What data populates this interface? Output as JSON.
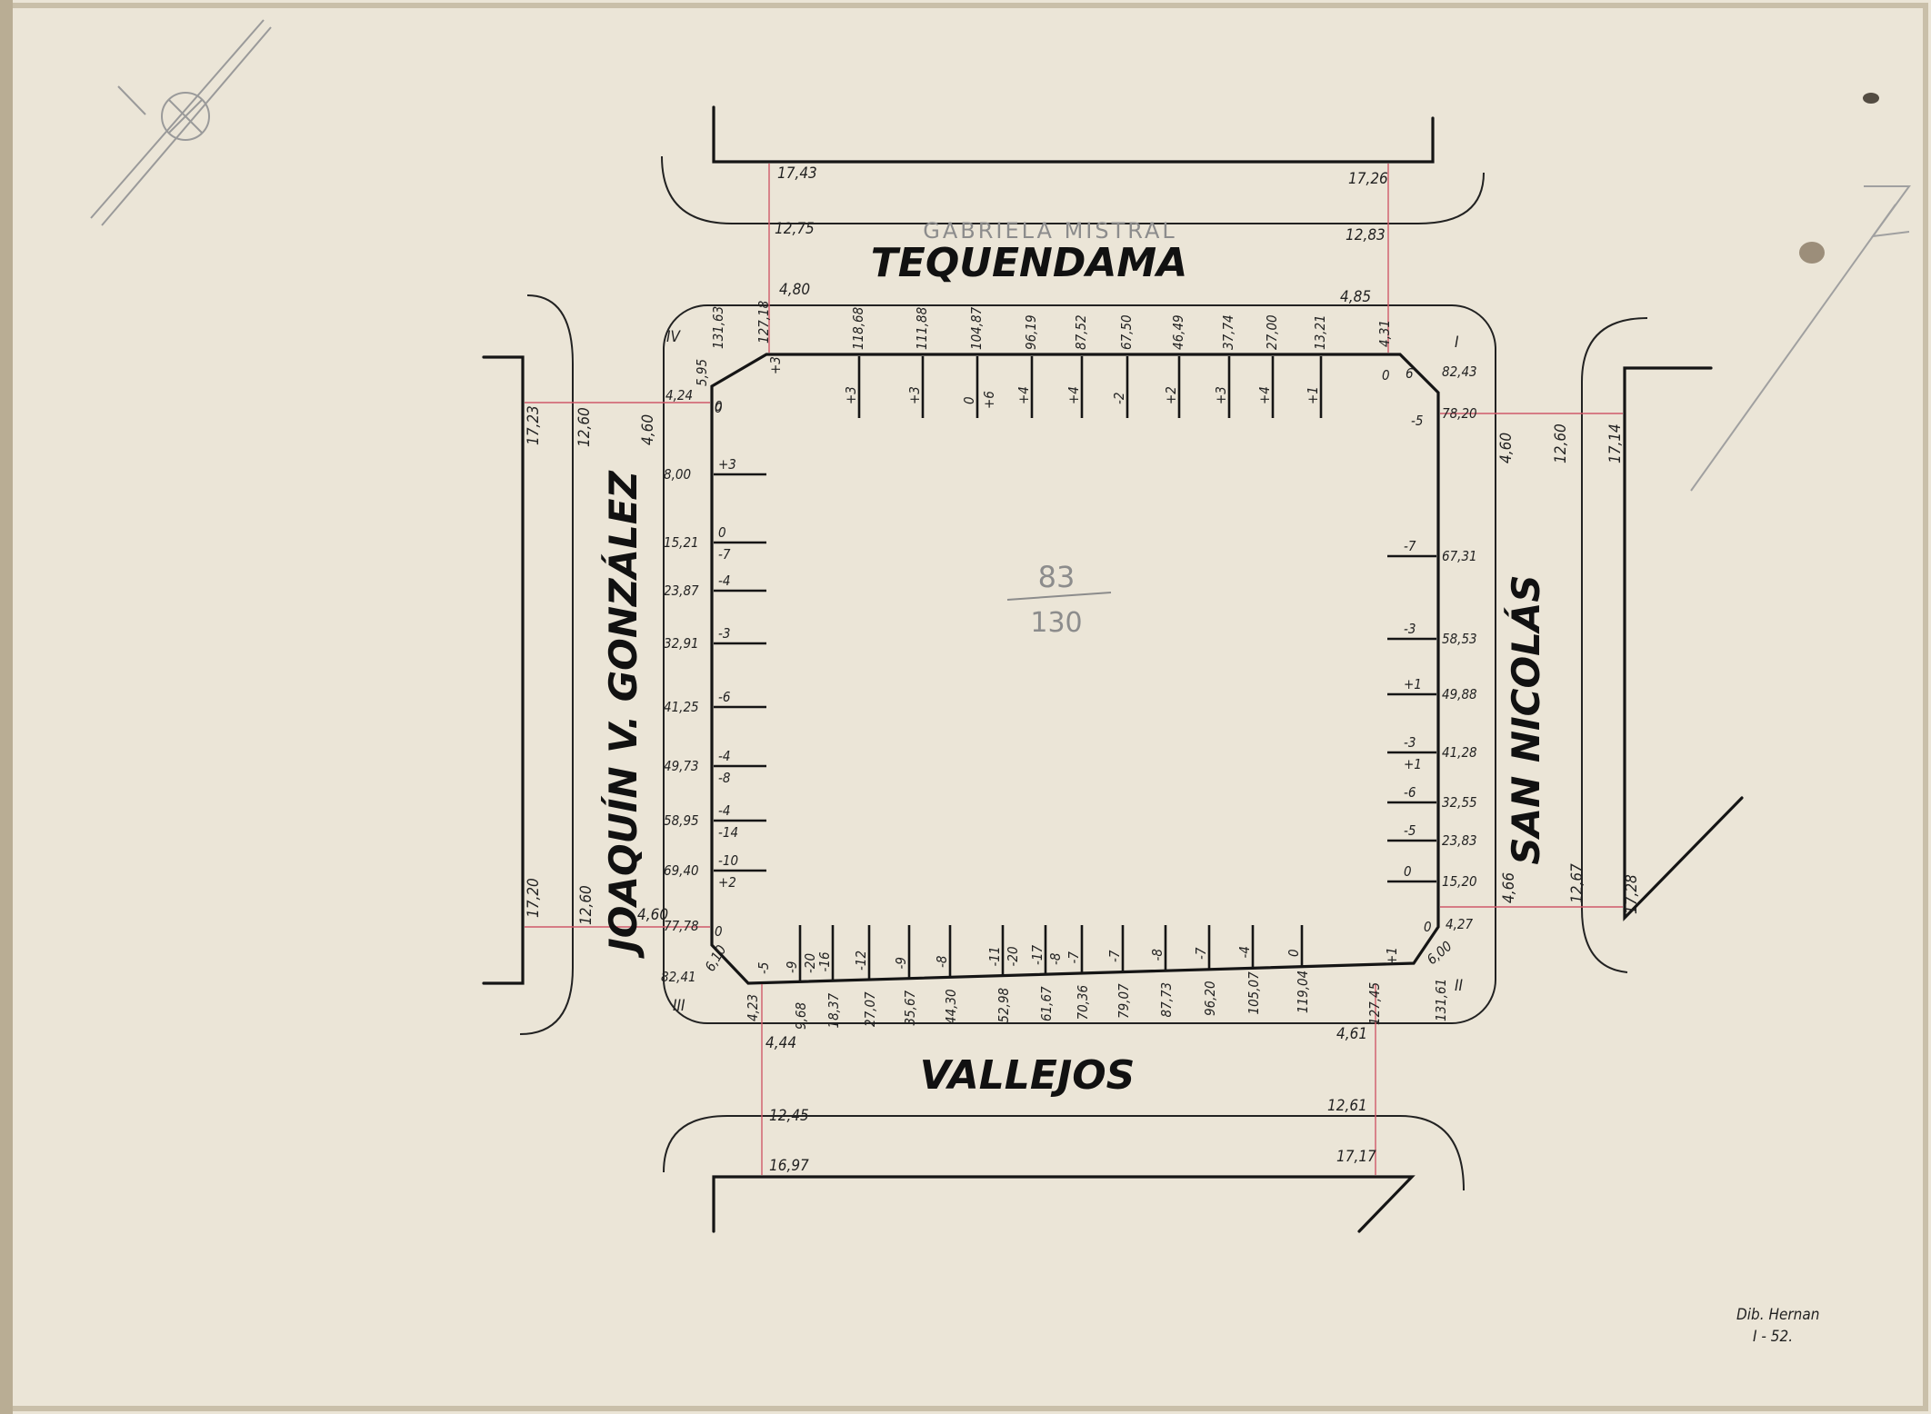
{
  "streets": {
    "north": "TEQUENDAMA",
    "north_note": "GABRIELA MISTRAL",
    "south": "VALLEJOS",
    "west": "JOAQUÍN V. GONZÁLEZ",
    "east": "SAN NICOLÁS"
  },
  "corners": {
    "I": "I",
    "II": "II",
    "III": "III",
    "IV": "IV"
  },
  "center_fraction": {
    "top": "83",
    "bottom": "130"
  },
  "signature": {
    "line1": "Dib. Hernan",
    "line2": "I - 52."
  },
  "north_widths": {
    "a": "17,43",
    "b": "12,75",
    "c": "4,80",
    "d": "17,26",
    "e": "12,83",
    "f": "4,85"
  },
  "south_widths": {
    "a": "4,44",
    "b": "12,45",
    "c": "16,97",
    "d": "4,61",
    "e": "12,61",
    "f": "17,17"
  },
  "west_widths": {
    "a": "17,23",
    "b": "12,60",
    "c": "4,60",
    "d": "17,20",
    "e": "12,60",
    "f": "4,60"
  },
  "east_widths": {
    "a": "4,60",
    "b": "12,60",
    "c": "17,14",
    "d": "4,66",
    "e": "12,67",
    "f": "17,28"
  },
  "top_side": {
    "corner_left": "131,63",
    "first": "127,18",
    "first_level": "+3",
    "chamfer": "5,95",
    "chamfer_level": "0",
    "ticks": [
      {
        "dist": "118,68",
        "level": "+3"
      },
      {
        "dist": "111,88",
        "level": "+3"
      },
      {
        "dist": "104,87",
        "level": "0",
        "level2": "+6"
      },
      {
        "dist": "96,19",
        "level": "+4"
      },
      {
        "dist": "87,52",
        "level": "+4"
      },
      {
        "dist": "67,50",
        "level": "-2"
      },
      {
        "dist": "46,49",
        "level": "+2"
      },
      {
        "dist": "37,74",
        "level": "+3"
      },
      {
        "dist": "27,00",
        "level": "+4"
      },
      {
        "dist": "13,21",
        "level": "+1"
      }
    ],
    "corner_right": "4,31",
    "right_level": "0",
    "right_level2": "6"
  },
  "right_side": {
    "top_dist": "82,43",
    "top_dist2": "78,20",
    "top_level": "-5",
    "ticks": [
      {
        "dist": "67,31",
        "level": "-7"
      },
      {
        "dist": "58,53",
        "level": "-3"
      },
      {
        "dist": "49,88",
        "level": "+1"
      },
      {
        "dist": "41,28",
        "level": "-3",
        "level2": "+1"
      },
      {
        "dist": "32,55",
        "level": "-6"
      },
      {
        "dist": "23,83",
        "level": "-5"
      },
      {
        "dist": "15,20",
        "level": "0"
      }
    ],
    "bottom_dist": "4,27",
    "bottom_level": "0",
    "chamfer": "6,00"
  },
  "left_side": {
    "top_dist": "4,24",
    "top_level": "0",
    "ticks": [
      {
        "dist": "8,00",
        "level": "+3"
      },
      {
        "dist": "15,21",
        "level": "0",
        "level2": "-7"
      },
      {
        "dist": "23,87",
        "level": "-4"
      },
      {
        "dist": "32,91",
        "level": "-3"
      },
      {
        "dist": "41,25",
        "level": "-6"
      },
      {
        "dist": "49,73",
        "level": "-4",
        "level2": "-8"
      },
      {
        "dist": "58,95",
        "level": "-4",
        "level2": "-14"
      },
      {
        "dist": "69,40",
        "level": "-10",
        "level2": "+2"
      }
    ],
    "bottom_dist": "77,78",
    "bottom_level": "0",
    "corner": "82,41",
    "chamfer": "6,10"
  },
  "bottom_side": {
    "first": "4,23",
    "first_level": "-5",
    "ticks": [
      {
        "dist": "9,68",
        "level": "-9",
        "level2": "-20"
      },
      {
        "dist": "18,37",
        "level": "-16"
      },
      {
        "dist": "27,07",
        "level": "-12"
      },
      {
        "dist": "35,67",
        "level": "-9"
      },
      {
        "dist": "44,30",
        "level": "-8"
      },
      {
        "dist": "52,98",
        "level": "-11",
        "level2": "-20"
      },
      {
        "dist": "61,67",
        "level": "-17",
        "level2": "-8"
      },
      {
        "dist": "70,36",
        "level": "-7"
      },
      {
        "dist": "79,07",
        "level": "-7"
      },
      {
        "dist": "87,73",
        "level": "-8"
      },
      {
        "dist": "96,20",
        "level": "-7"
      },
      {
        "dist": "105,07",
        "level": "-4"
      },
      {
        "dist": "119,04",
        "level": "0"
      }
    ],
    "last": "127,45",
    "last_level": "+1",
    "corner": "131,61"
  }
}
